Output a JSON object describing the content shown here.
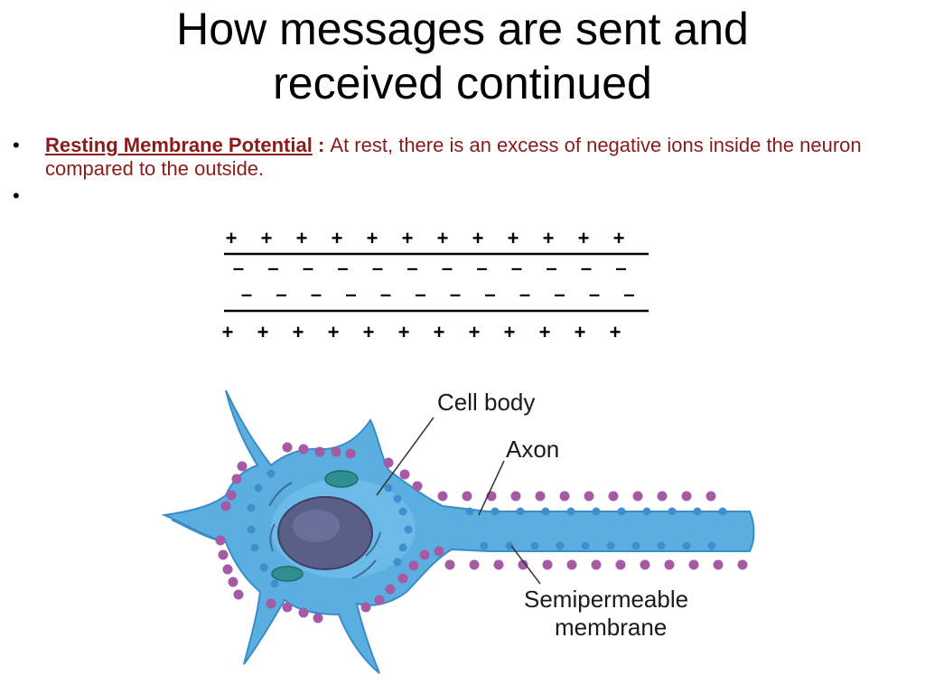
{
  "slide": {
    "title_lines": [
      "How messages are sent and",
      "received continued"
    ],
    "bullets": [
      {
        "term": "Resting Membrane Potential",
        "separator": " : ",
        "text": "At rest, there is an excess of negative ions inside the neuron compared to the outside."
      },
      {
        "term": "",
        "separator": "",
        "text": ""
      }
    ]
  },
  "membrane_diagram": {
    "outer_top_charge": "+",
    "inner_charge": "–",
    "outer_bottom_charge": "+"
  },
  "neuron_diagram": {
    "labels": {
      "cell_body": "Cell body",
      "axon": "Axon",
      "membrane_line1": "Semipermeable",
      "membrane_line2": "membrane"
    }
  },
  "colors": {
    "title": "#000000",
    "bullet_text": "#8b1a1a",
    "neuron_fill": "#5aaee0",
    "neuron_outline": "#3a8cc8",
    "nucleus": "#5a5f88",
    "outer_ions": "#a65aa4",
    "inner_ions": "#3f8fcf"
  }
}
